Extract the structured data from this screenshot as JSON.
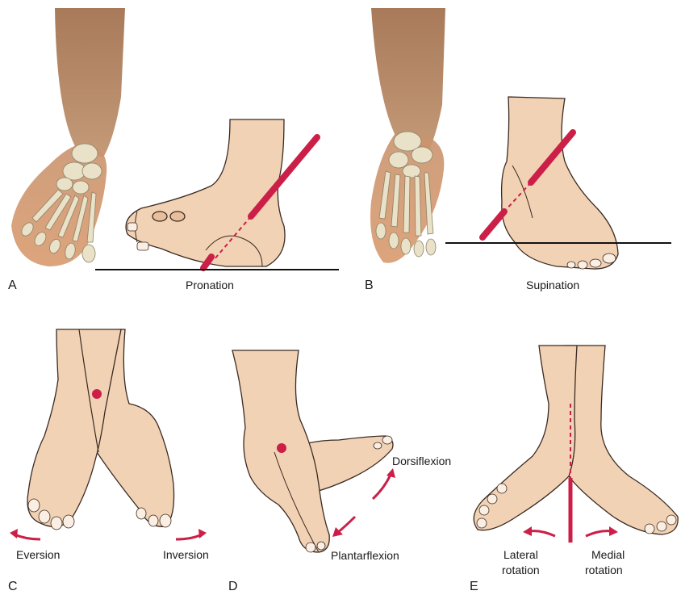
{
  "colors": {
    "accent": "#cc1f48",
    "skin": "#f2d2b4",
    "leg": "#b78a6a",
    "bone": "#e9e2c8",
    "ground_line": "#111111"
  },
  "panels": {
    "a": {
      "letter": "A",
      "caption": "Pronation"
    },
    "b": {
      "letter": "B",
      "caption": "Supination"
    },
    "c": {
      "letter": "C",
      "left_label": "Eversion",
      "right_label": "Inversion"
    },
    "d": {
      "letter": "D",
      "upper_label": "Dorsiflexion",
      "lower_label": "Plantarflexion"
    },
    "e": {
      "letter": "E",
      "left_label_line1": "Lateral",
      "left_label_line2": "rotation",
      "right_label_line1": "Medial",
      "right_label_line2": "rotation"
    }
  }
}
